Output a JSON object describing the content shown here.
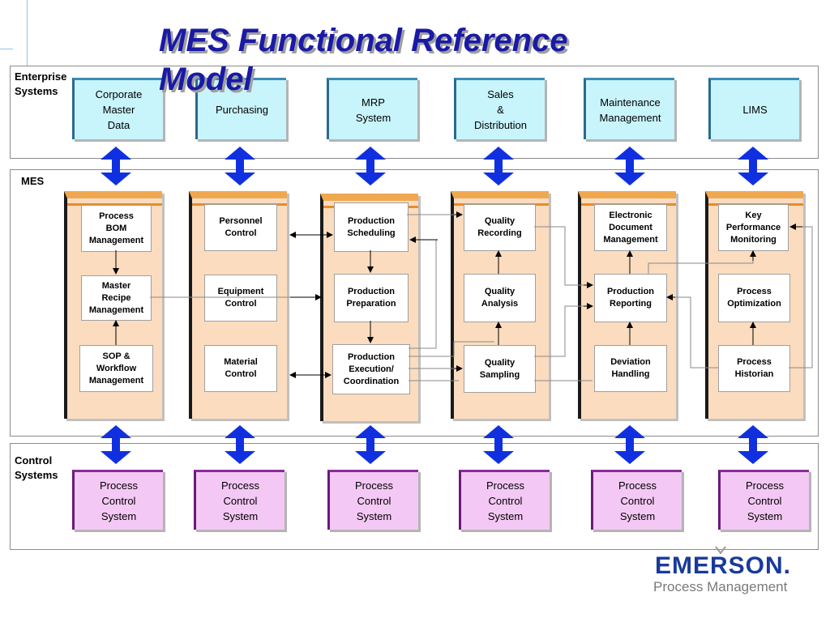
{
  "title_line1": "MES Functional Reference",
  "title_line2": "Model",
  "sections": {
    "enterprise": "Enterprise\nSystems",
    "mes": "MES",
    "control": "Control\nSystems"
  },
  "enterprise_boxes": [
    "Corporate\nMaster\nData",
    "Purchasing",
    "MRP\nSystem",
    "Sales\n&\nDistribution",
    "Maintenance\nManagement",
    "LIMS"
  ],
  "control_boxes": [
    "Process\nControl\nSystem",
    "Process\nControl\nSystem",
    "Process\nControl\nSystem",
    "Process\nControl\nSystem",
    "Process\nControl\nSystem",
    "Process\nControl\nSystem"
  ],
  "mes_columns": [
    [
      "Process\nBOM\nManagement",
      "Master\nRecipe\nManagement",
      "SOP &\nWorkflow\nManagement"
    ],
    [
      "Personnel\nControl",
      "Equipment\nControl",
      "Material\nControl"
    ],
    [
      "Production\nScheduling",
      "Production\nPreparation",
      "Production\nExecution/\nCoordination"
    ],
    [
      "Quality\nRecording",
      "Quality\nAnalysis",
      "Quality\nSampling"
    ],
    [
      "Electronic\nDocument\nManagement",
      "Production\nReporting",
      "Deviation\nHandling"
    ],
    [
      "Key\nPerformance\nMonitoring",
      "Process\nOptimization",
      "Process\nHistorian"
    ]
  ],
  "logo": {
    "name": "EMERSON.",
    "subtitle": "Process Management",
    "brand_color": "#1a3a9a"
  },
  "colors": {
    "enterprise_fill": "#c8f4fc",
    "control_fill": "#f4c8f4",
    "mes_column_fill": "#fbdcbe",
    "arrow_blue": "#1030e0",
    "title_color": "#1a1aa6"
  }
}
